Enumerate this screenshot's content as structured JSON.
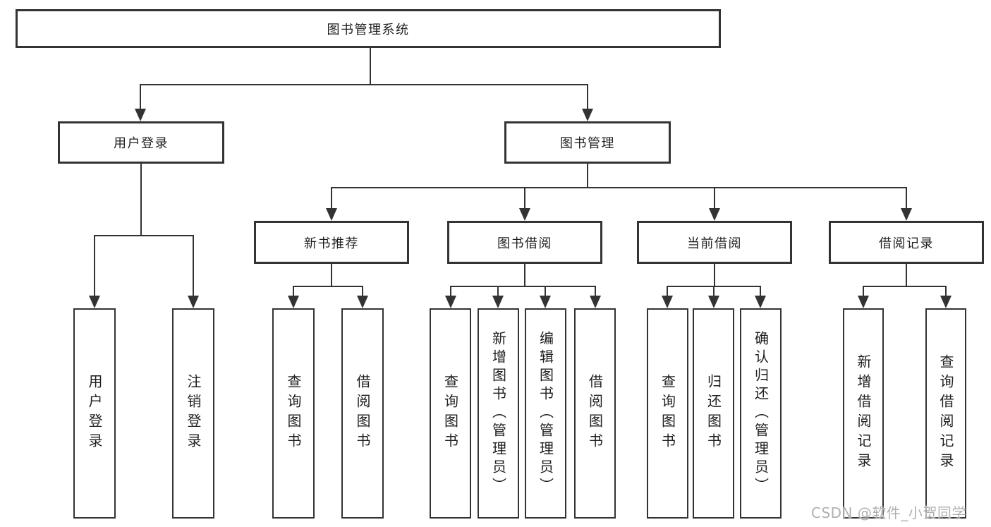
{
  "nodes": {
    "root": {
      "label": "图书管理系统"
    },
    "user_login": {
      "label": "用户登录"
    },
    "book_mgmt": {
      "label": "图书管理"
    },
    "new_book": {
      "label": "新书推荐"
    },
    "book_borrow": {
      "label": "图书借阅"
    },
    "current_borrow": {
      "label": "当前借阅"
    },
    "borrow_record": {
      "label": "借阅记录"
    },
    "leaf_user_login": {
      "label": "用户登录"
    },
    "leaf_logout": {
      "label": "注销登录"
    },
    "leaf_newbook_query": {
      "label": "查询图书"
    },
    "leaf_newbook_borrow": {
      "label": "借阅图书"
    },
    "leaf_borrow_query": {
      "label": "查询图书"
    },
    "leaf_borrow_add": {
      "label": "新增图书（管理员）"
    },
    "leaf_borrow_edit": {
      "label": "编辑图书（管理员）"
    },
    "leaf_borrow_borrow": {
      "label": "借阅图书"
    },
    "leaf_current_query": {
      "label": "查询图书"
    },
    "leaf_current_return": {
      "label": "归还图书"
    },
    "leaf_current_confirm": {
      "label": "确认归还（管理员）"
    },
    "leaf_record_add": {
      "label": "新增借阅记录"
    },
    "leaf_record_query": {
      "label": "查询借阅记录"
    }
  },
  "watermark": {
    "text": "CSDN @软件_小贺同学"
  },
  "colors": {
    "line": "#333333",
    "box_border": "#333333",
    "text": "#1f1f1f",
    "background": "#ffffff",
    "watermark": "#b0b0b0"
  }
}
